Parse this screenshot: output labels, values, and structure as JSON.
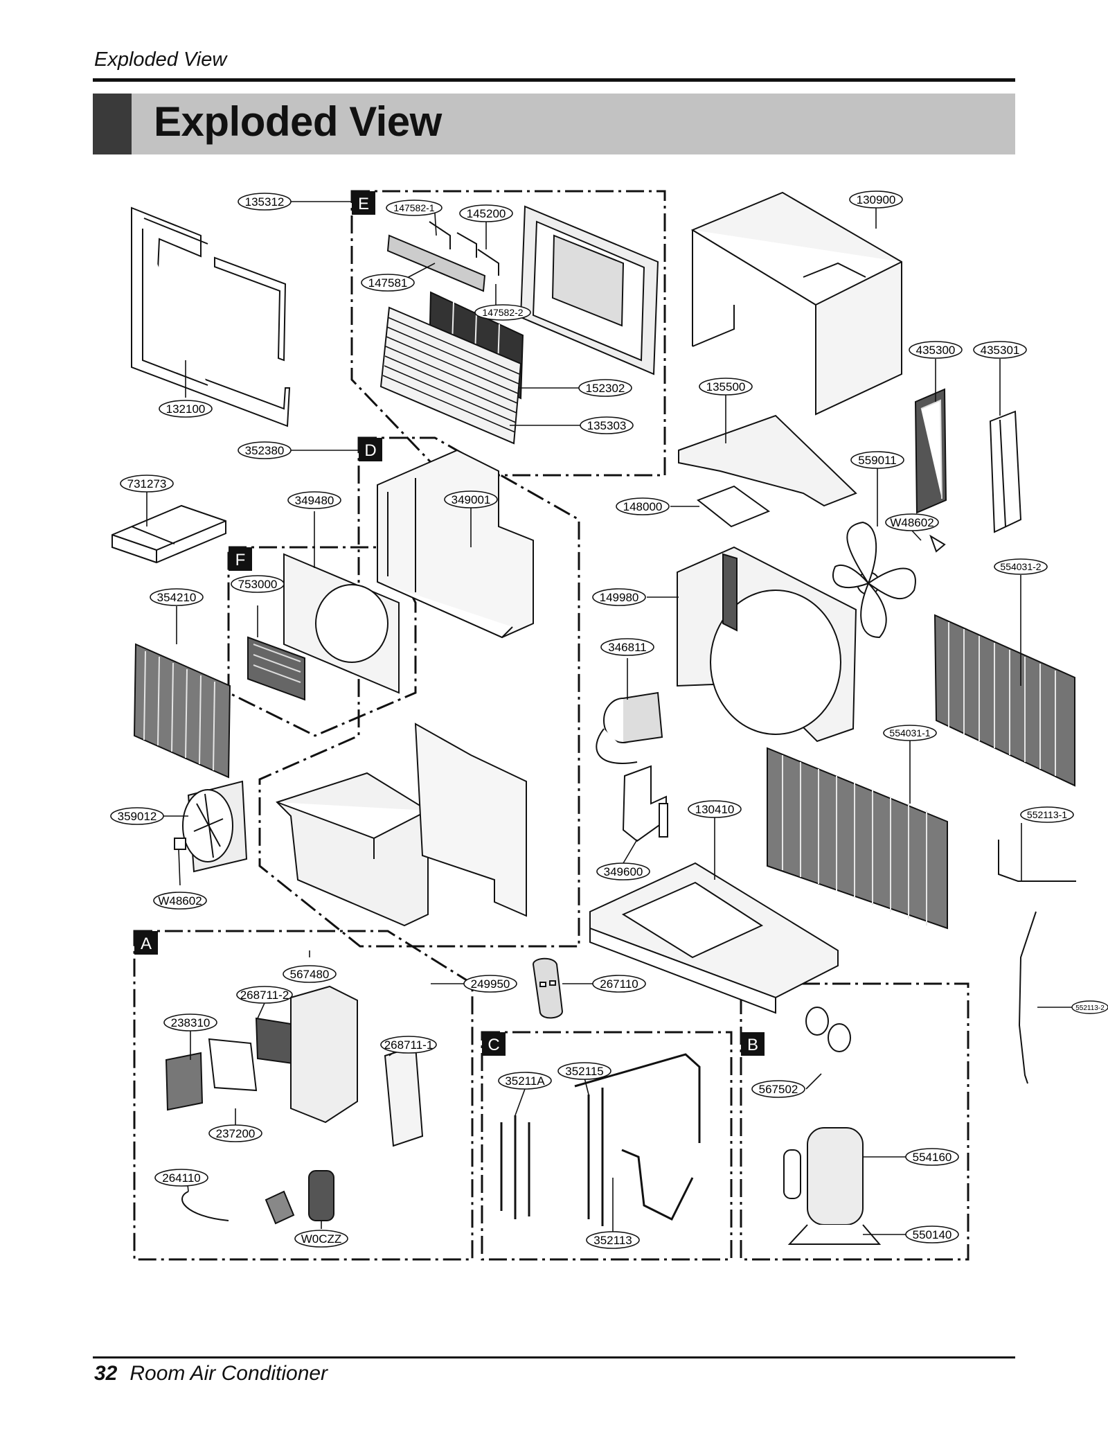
{
  "header": {
    "running_title": "Exploded View",
    "title": "Exploded View"
  },
  "footer": {
    "page_number": "32",
    "document_title": "Room Air Conditioner"
  },
  "sections": [
    "E",
    "D",
    "F",
    "A",
    "C",
    "B"
  ],
  "parts": [
    "135312",
    "147582-1",
    "145200",
    "130900",
    "147581",
    "147582-2",
    "152302",
    "135303",
    "132100",
    "135500",
    "435300",
    "435301",
    "352380",
    "559011",
    "731273",
    "349001",
    "349480",
    "148000",
    "W48602",
    "554031-2",
    "753000",
    "354210",
    "149980",
    "346811",
    "554031-1",
    "359012",
    "130410",
    "552113-1",
    "349600",
    "W48602",
    "567480",
    "249950",
    "267110",
    "268711-2",
    "238310",
    "268711-1",
    "552113-2",
    "35211A",
    "352115",
    "567502",
    "237200",
    "554160",
    "264110",
    "W0CZZ",
    "352113",
    "550140"
  ]
}
